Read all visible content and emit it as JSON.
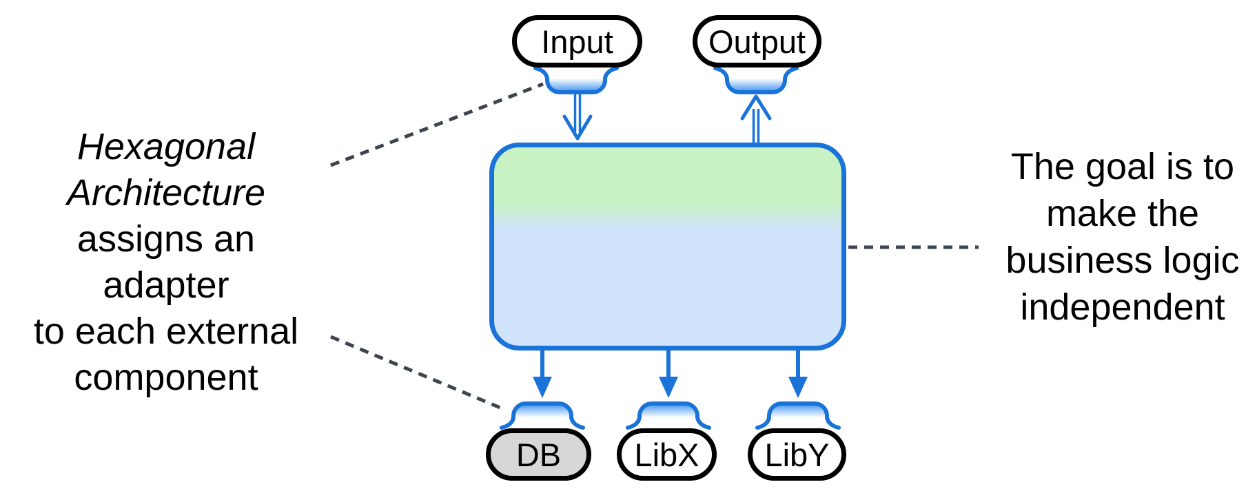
{
  "nodes": {
    "input": {
      "label": "Input"
    },
    "output": {
      "label": "Output"
    },
    "db": {
      "label": "DB"
    },
    "libx": {
      "label": "LibX"
    },
    "liby": {
      "label": "LibY"
    }
  },
  "annotations": {
    "left": {
      "lines": [
        "Hexagonal",
        "Architecture",
        "assigns an adapter",
        "to each external",
        "component"
      ]
    },
    "right": {
      "lines": [
        "The goal is to",
        "make the",
        "business logic",
        "independent"
      ]
    }
  },
  "colors": {
    "stroke_blue": "#1a73d8",
    "fill_green": "#c8f2c3",
    "fill_blue": "#cfe3fa",
    "adapter_blue": "#3c92f0",
    "pill_gray": "#d7d7d7",
    "pill_border": "#000000",
    "dash_gray": "#3d444d",
    "text_black": "#000000",
    "background": "#ffffff"
  }
}
